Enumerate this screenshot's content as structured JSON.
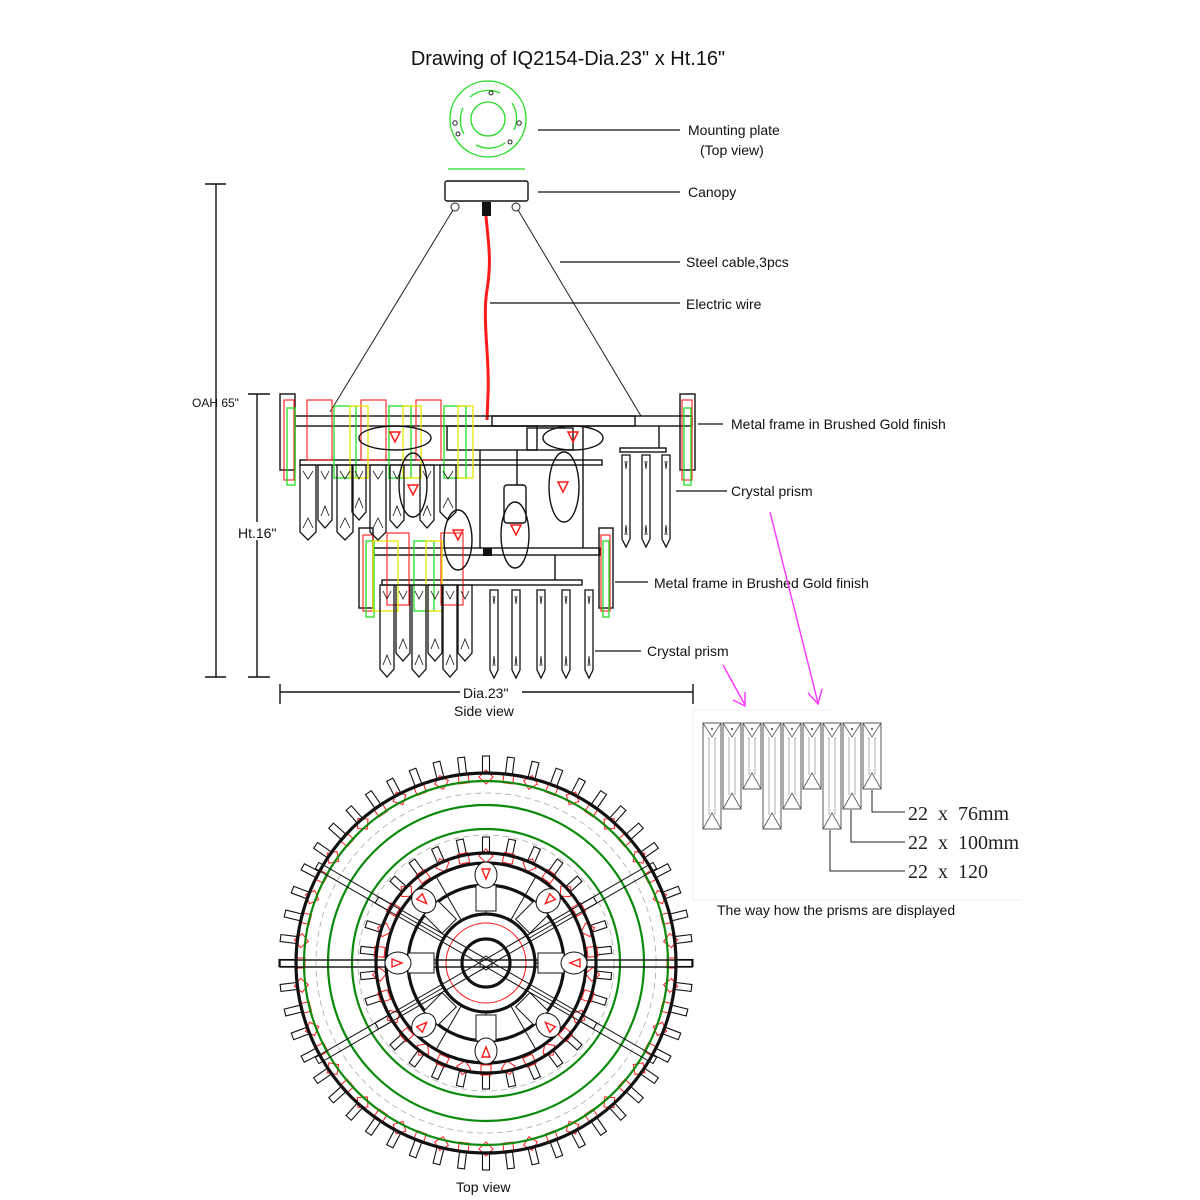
{
  "title": "Drawing of IQ2154-Dia.23\" x Ht.16\"",
  "labels": {
    "mounting_plate_line1": "Mounting plate",
    "mounting_plate_line2": "(Top view)",
    "canopy": "Canopy",
    "steel_cable": "Steel cable,3pcs",
    "electric_wire": "Electric wire",
    "metal_frame_upper": "Metal frame in Brushed Gold finish",
    "crystal_prism_upper": "Crystal prism",
    "metal_frame_lower": "Metal frame in Brushed Gold finish",
    "crystal_prism_lower": "Crystal prism"
  },
  "dimensions": {
    "overall_height": "OAH 65\"",
    "fixture_height": "Ht.16\"",
    "diameter": "Dia.23\""
  },
  "views": {
    "side_view": "Side view",
    "top_view": "Top view"
  },
  "prism_detail": {
    "caption": "The way how the prisms are displayed",
    "sizes": [
      {
        "label": "22  x  76mm"
      },
      {
        "label": "22  x  100mm"
      },
      {
        "label": "22  x  120"
      }
    ]
  },
  "colors": {
    "wire": "#ff1a1a",
    "mounting_plate": "#22dd22",
    "annotation_arrow": "#ff33ff",
    "ring": "#0a8a0a"
  }
}
